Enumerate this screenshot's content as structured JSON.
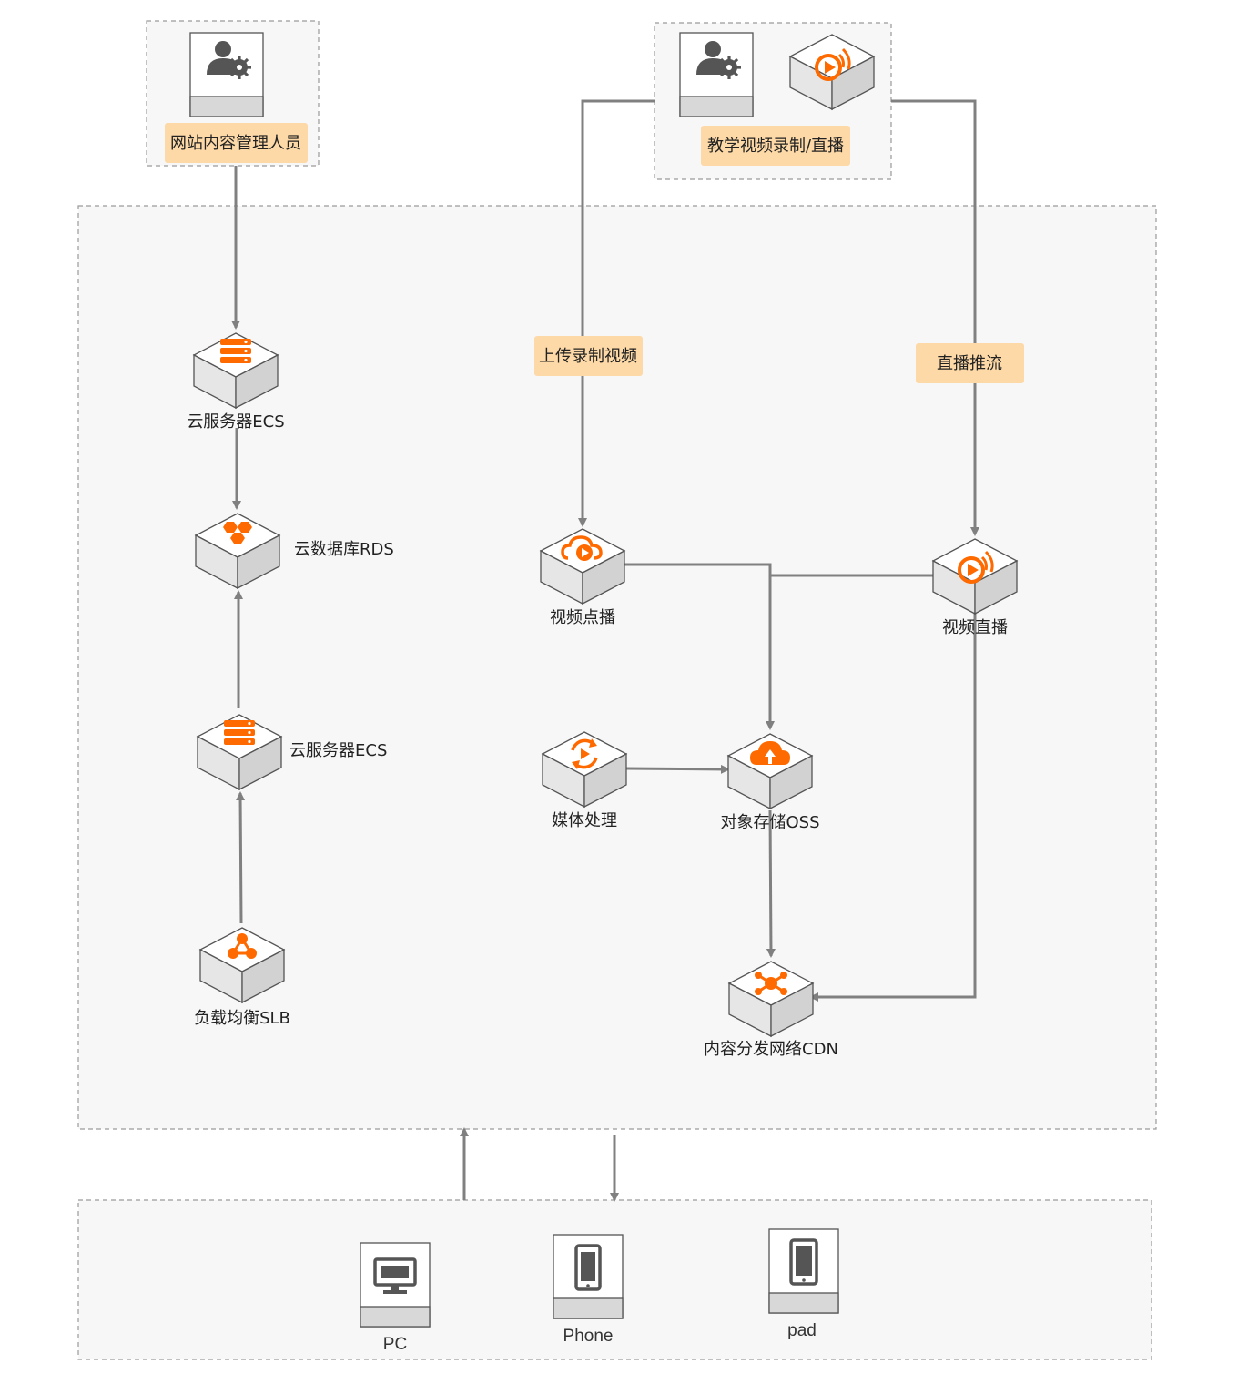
{
  "actors": {
    "admin": {
      "label": "网站内容管理人员",
      "icon": "admin-user-gear-icon"
    },
    "teacher": {
      "label": "教学视频录制/直播",
      "icons": [
        "user-gear-icon",
        "live-broadcast-icon"
      ]
    }
  },
  "edges": {
    "upload": "上传录制视频",
    "push": "直播推流"
  },
  "nodes": {
    "ecs_top": {
      "label": "云服务器ECS",
      "icon": "server-stack-icon"
    },
    "rds": {
      "label": "云数据库RDS",
      "icon": "database-hexagon-icon"
    },
    "ecs_mid": {
      "label": "云服务器ECS",
      "icon": "server-stack-icon"
    },
    "slb": {
      "label": "负载均衡SLB",
      "icon": "load-balancer-icon"
    },
    "vod": {
      "label": "视频点播",
      "icon": "cloud-play-icon"
    },
    "live": {
      "label": "视频直播",
      "icon": "live-broadcast-icon"
    },
    "mts": {
      "label": "媒体处理",
      "icon": "media-cycle-icon"
    },
    "oss": {
      "label": "对象存储OSS",
      "icon": "cloud-upload-icon"
    },
    "cdn": {
      "label": "内容分发网络CDN",
      "icon": "network-hub-icon"
    }
  },
  "devices": {
    "pc": {
      "label": "PC",
      "icon": "monitor-icon"
    },
    "phone": {
      "label": "Phone",
      "icon": "phone-icon"
    },
    "pad": {
      "label": "pad",
      "icon": "tablet-icon"
    }
  },
  "colors": {
    "accent": "#ff6a00",
    "tag_bg": "#fdd9a7",
    "arrow": "#808080",
    "region_bg": "#f7f7f7",
    "region_border": "#9a9a9a"
  }
}
